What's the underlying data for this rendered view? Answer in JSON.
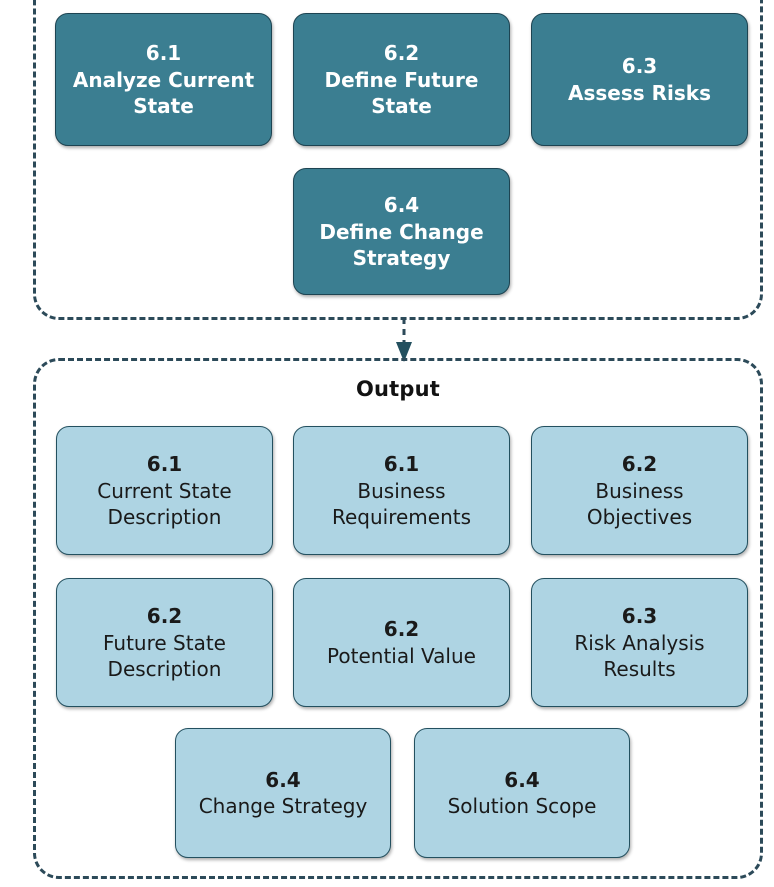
{
  "diagram": {
    "type": "process-flow",
    "colors": {
      "activity_fill": "#3b7e91",
      "activity_border": "#1d4452",
      "activity_text": "#ffffff",
      "output_fill": "#aed4e3",
      "output_border": "#23505f",
      "output_text": "#1a1a1a",
      "group_border": "#2c4a59",
      "background": "#ffffff"
    },
    "activities_group": {
      "title": "",
      "nodes": [
        {
          "num": "6.1",
          "label": "Analyze Current State"
        },
        {
          "num": "6.2",
          "label": "Define Future State"
        },
        {
          "num": "6.3",
          "label": "Assess Risks"
        },
        {
          "num": "6.4",
          "label": "Define Change Strategy"
        }
      ]
    },
    "connector": {
      "direction": "down",
      "style": "dashed",
      "arrowhead": "solid-triangle"
    },
    "output_group": {
      "title": "Output",
      "nodes": [
        {
          "num": "6.1",
          "label": "Current State Description"
        },
        {
          "num": "6.1",
          "label": "Business Requirements"
        },
        {
          "num": "6.2",
          "label": "Business Objectives"
        },
        {
          "num": "6.2",
          "label": "Future State Description"
        },
        {
          "num": "6.2",
          "label": "Potential Value"
        },
        {
          "num": "6.3",
          "label": "Risk Analysis Results"
        },
        {
          "num": "6.4",
          "label": "Change Strategy"
        },
        {
          "num": "6.4",
          "label": "Solution Scope"
        }
      ]
    }
  }
}
